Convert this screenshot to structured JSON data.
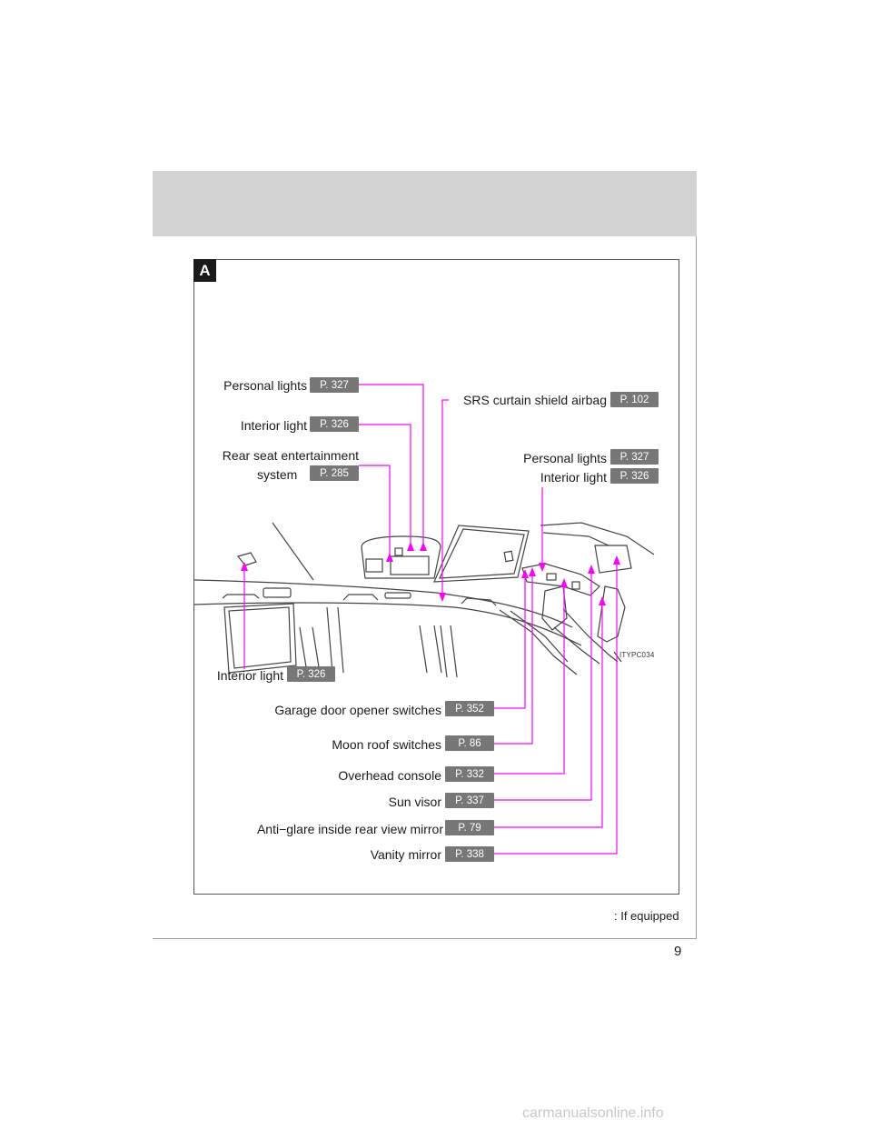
{
  "section_badge": "A",
  "figure_code": "ITYPC034",
  "footnote": ": If equipped",
  "page_number": "9",
  "watermark": "carmanualsonline.info",
  "leader_color": "#ff00ff",
  "callouts": {
    "personal_lights_1": {
      "label": "Personal lights",
      "page": "P. 327"
    },
    "interior_light_1": {
      "label": "Interior light",
      "page": "P. 326"
    },
    "rear_seat_ent": {
      "label_line1": "Rear seat entertainment",
      "label_line2": "system",
      "page": "P. 285"
    },
    "srs_airbag": {
      "label": "SRS curtain shield airbag",
      "page": "P. 102"
    },
    "personal_lights_2": {
      "label": "Personal lights",
      "page": "P. 327"
    },
    "interior_light_2": {
      "label": "Interior light",
      "page": "P. 326"
    },
    "interior_light_3": {
      "label": "Interior light",
      "page": "P. 326"
    },
    "garage_door": {
      "label": "Garage door opener switches",
      "page": "P. 352"
    },
    "moon_roof": {
      "label": "Moon roof switches",
      "page": "P. 86"
    },
    "overhead_console": {
      "label": "Overhead console",
      "page": "P. 332"
    },
    "sun_visor": {
      "label": "Sun visor",
      "page": "P. 337"
    },
    "antiglare_mirror": {
      "label": "Anti−glare inside rear view mirror",
      "page": "P. 79"
    },
    "vanity_mirror": {
      "label": "Vanity mirror",
      "page": "P. 338"
    }
  }
}
